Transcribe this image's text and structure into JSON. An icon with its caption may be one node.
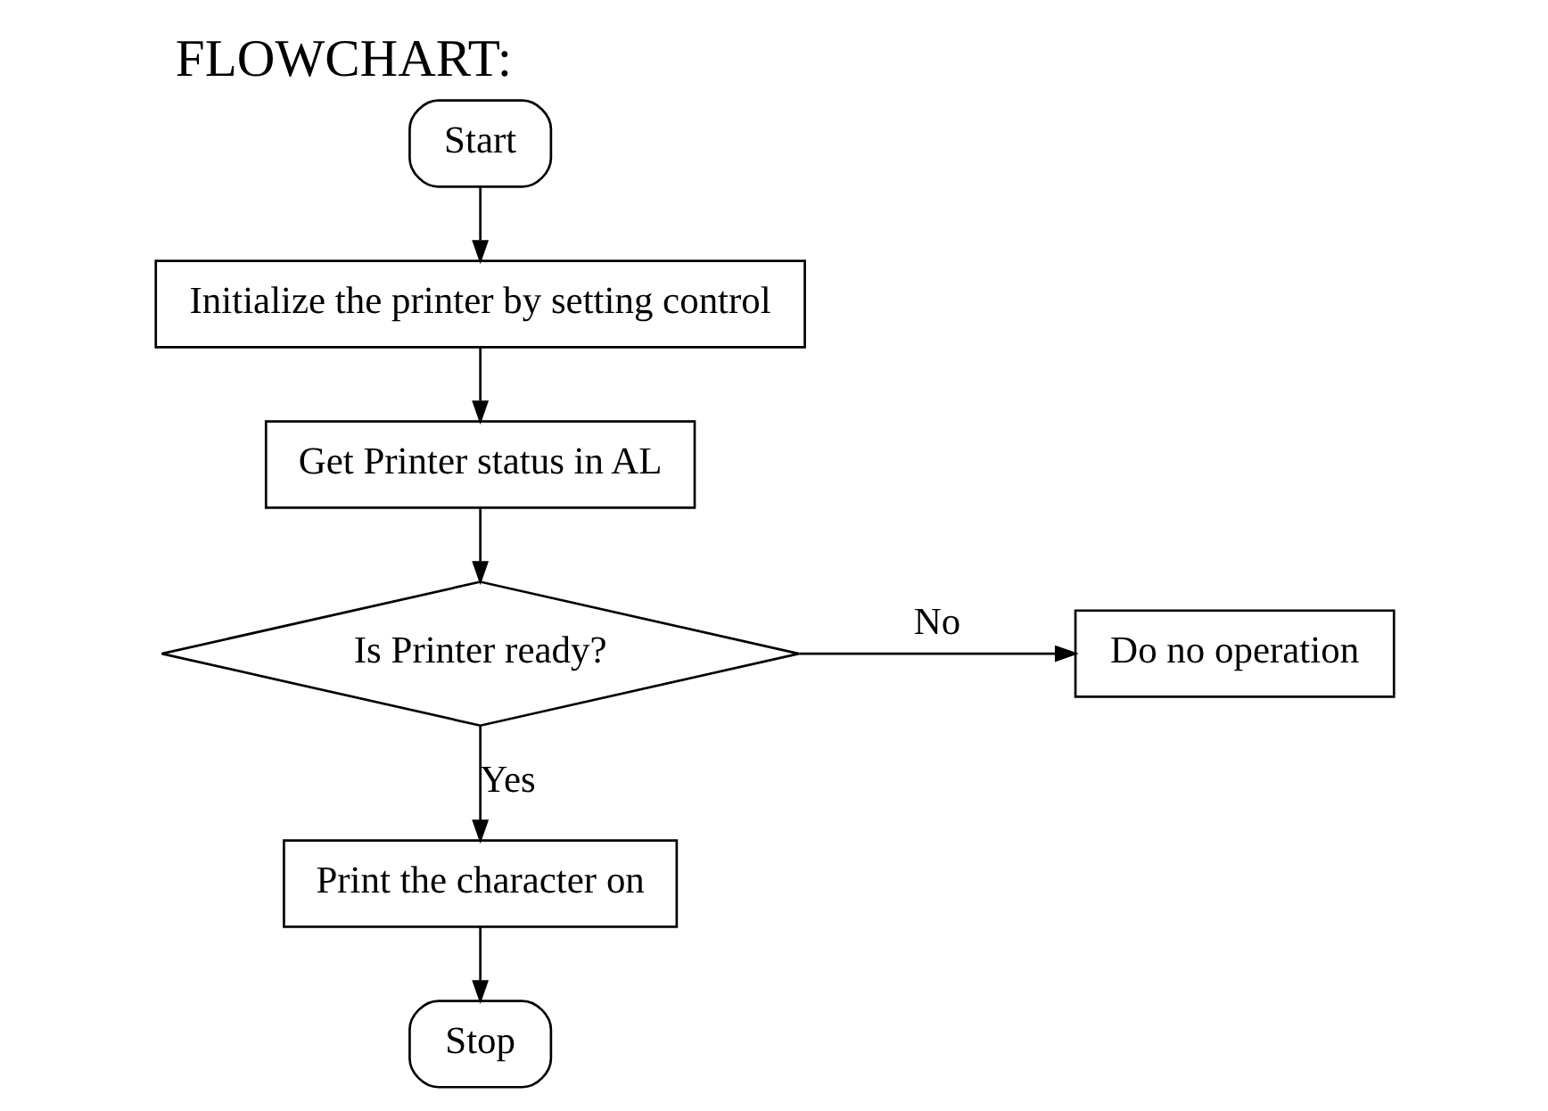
{
  "diagram": {
    "title": "FLOWCHART:",
    "nodes": [
      {
        "text": [
          "Start"
        ]
      },
      {
        "text": [
          "Initialize the printer by setting control"
        ]
      },
      {
        "text": [
          "Get Printer status in AL"
        ]
      },
      {
        "text": [
          "Is Printer ready?"
        ]
      },
      {
        "text": [
          "Do no operation"
        ]
      },
      {
        "text": [
          "Print the character on"
        ]
      },
      {
        "text": [
          "Stop"
        ]
      }
    ],
    "edges": [
      {
        "from": 0,
        "to": 1,
        "arrow": "to"
      },
      {
        "from": 1,
        "to": 2,
        "arrow": "to"
      },
      {
        "from": 2,
        "to": 3,
        "arrow": "to"
      },
      {
        "from": 3,
        "to": 4,
        "arrow": "to",
        "label": "No"
      },
      {
        "from": 3,
        "to": 5,
        "arrow": "to",
        "label": "Yes"
      },
      {
        "from": 5,
        "to": 6,
        "arrow": "to"
      }
    ]
  }
}
